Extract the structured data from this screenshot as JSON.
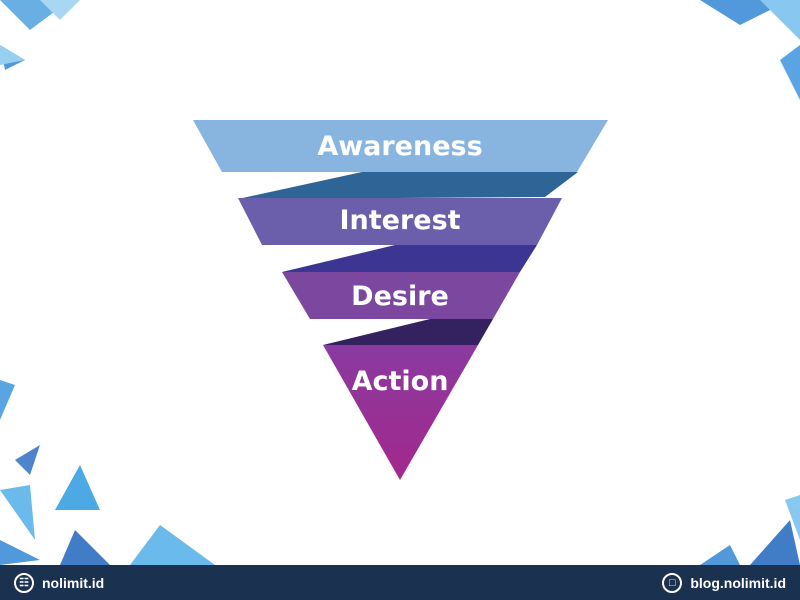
{
  "funnel": {
    "stages": [
      {
        "label": "Awareness",
        "color": "#87b5e0"
      },
      {
        "label": "Interest",
        "color": "#6b5fac"
      },
      {
        "label": "Desire",
        "color": "#7c479e"
      },
      {
        "label": "Action",
        "color": "#9b2d92"
      }
    ],
    "connector_colors": [
      "#2f6496",
      "#3d3592",
      "#34215f"
    ]
  },
  "footer": {
    "left": {
      "icon": "globe-icon",
      "text": "nolimit.id"
    },
    "right": {
      "icon": "chat-icon",
      "text": "blog.nolimit.id"
    }
  }
}
